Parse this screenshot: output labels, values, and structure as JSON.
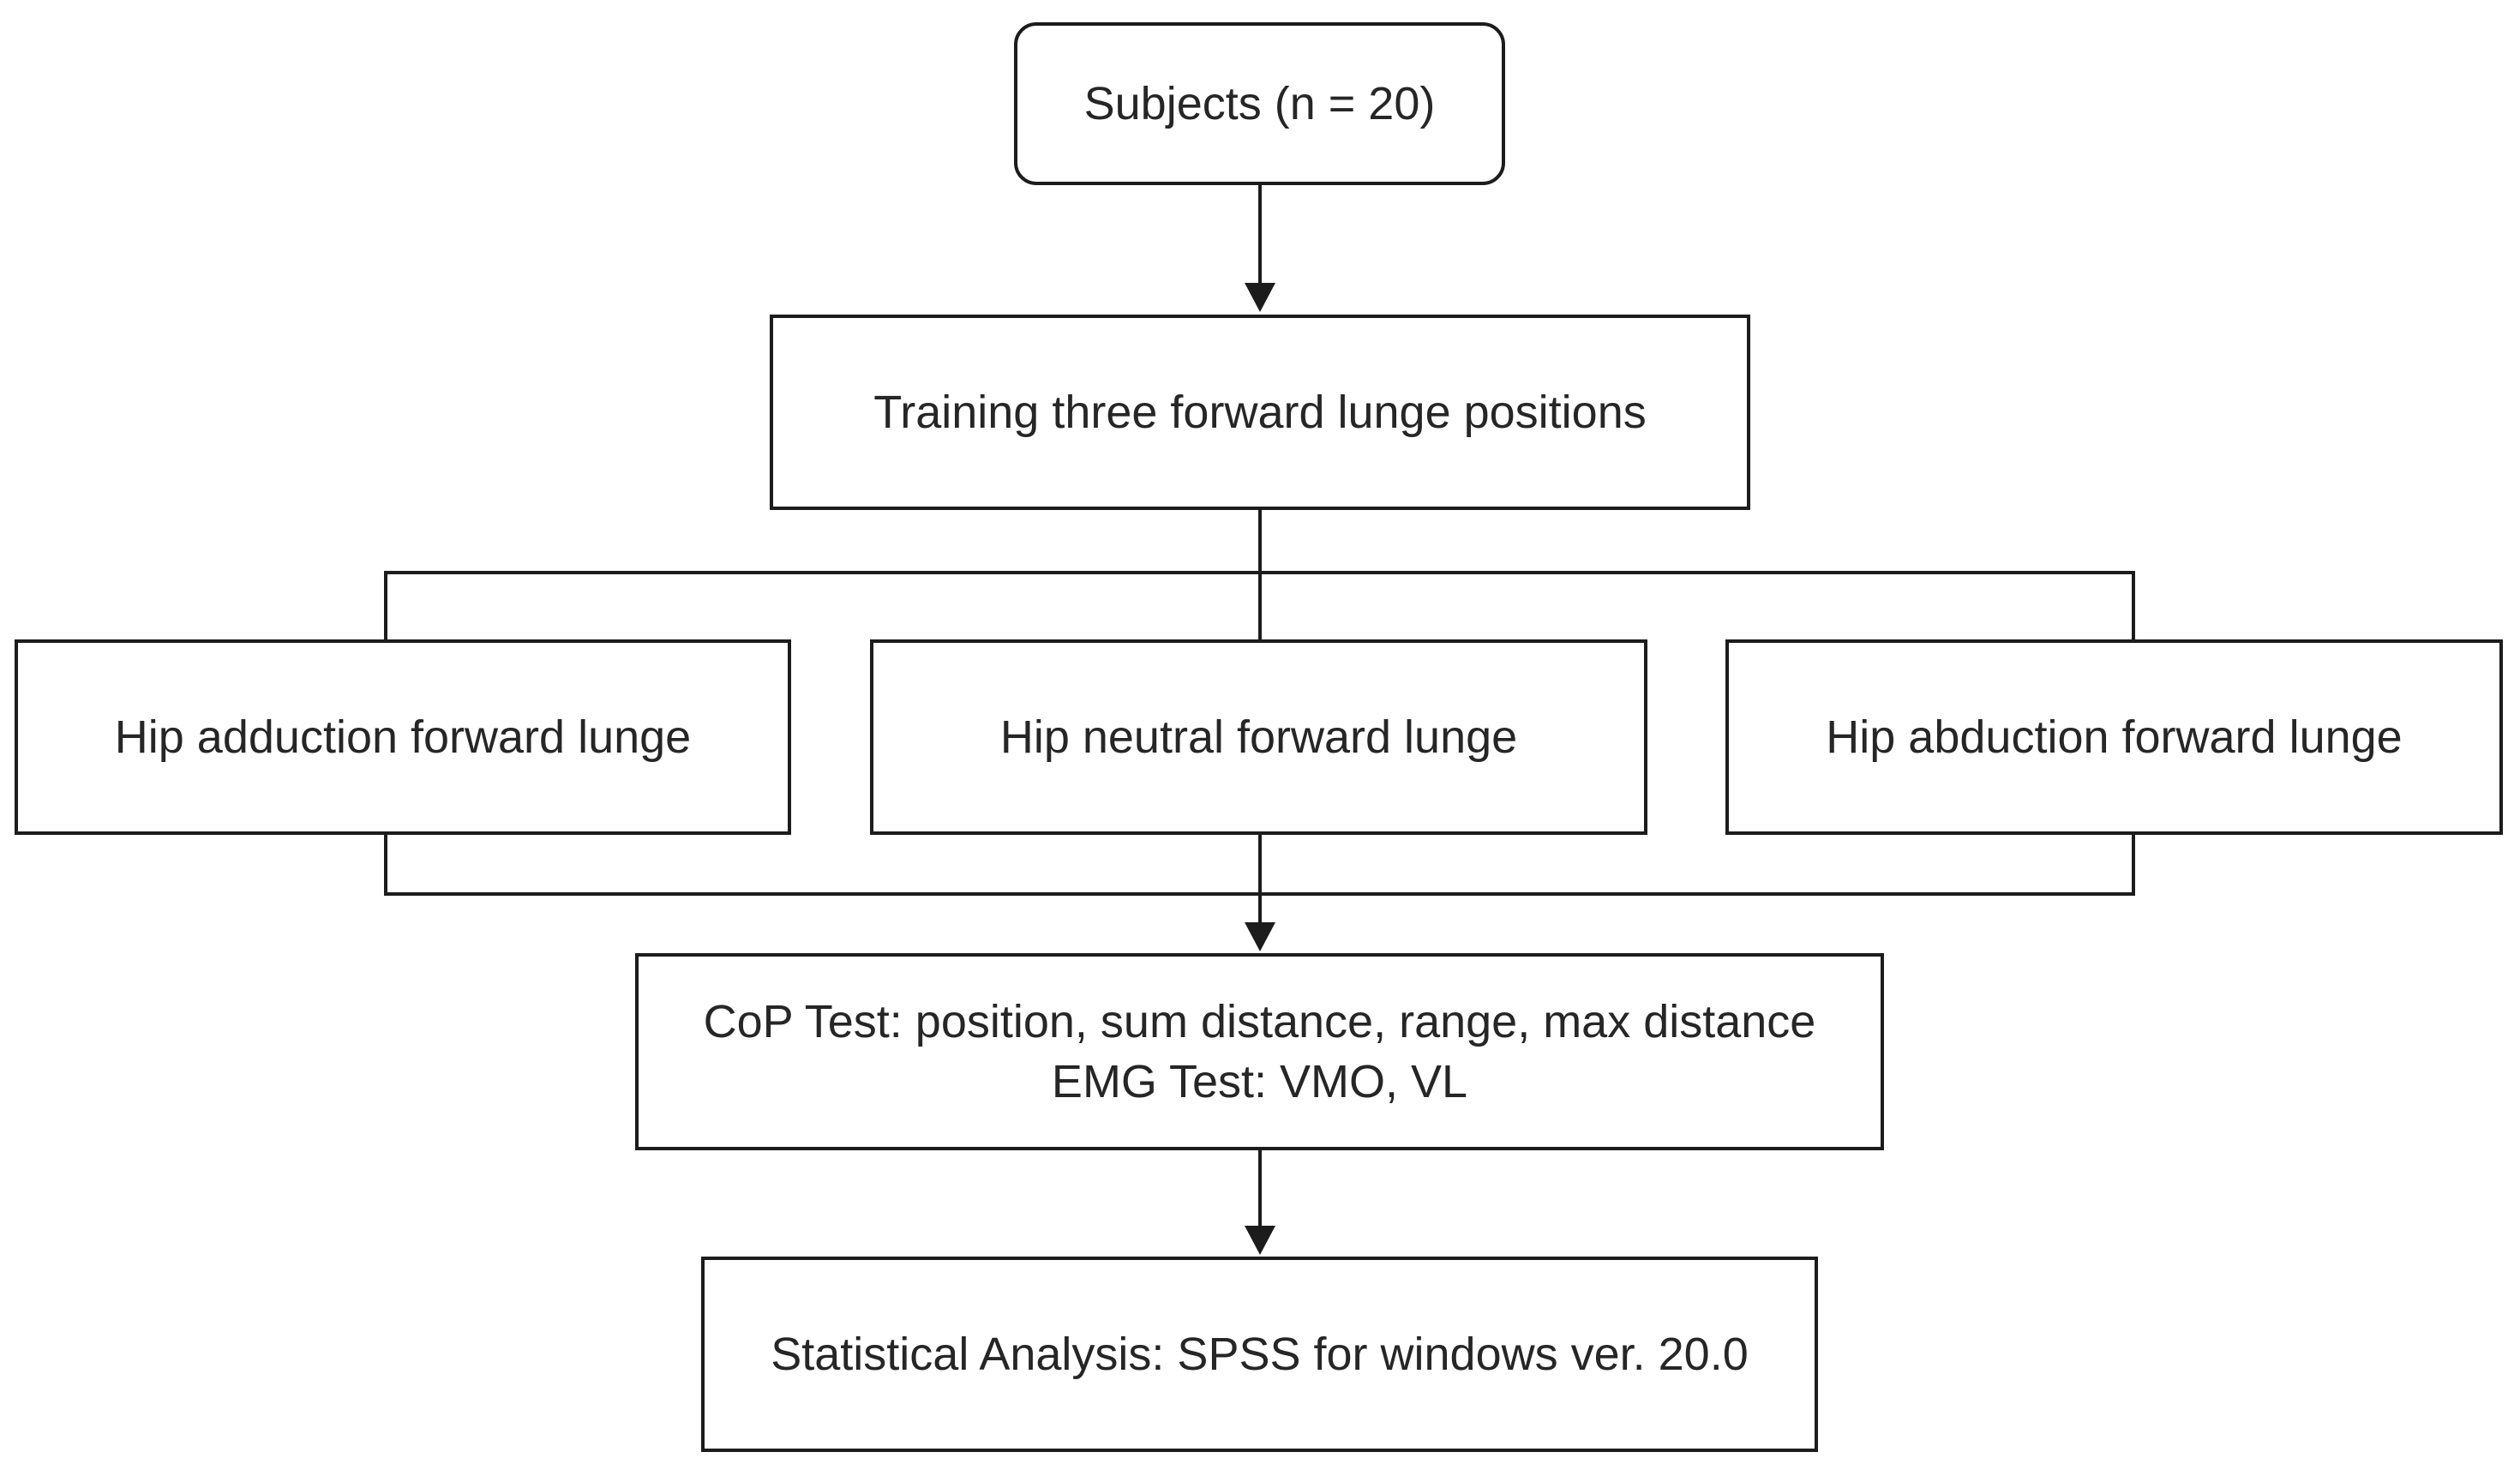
{
  "diagram": {
    "start": {
      "label": "Subjects (n = 20)"
    },
    "training": {
      "label": "Training three forward lunge positions"
    },
    "conditions": [
      {
        "label": "Hip adduction forward lunge"
      },
      {
        "label": "Hip neutral forward lunge"
      },
      {
        "label": "Hip abduction forward lunge"
      }
    ],
    "tests": {
      "line1": "CoP Test: position, sum distance, range, max distance",
      "line2": "EMG Test: VMO, VL"
    },
    "analysis": {
      "label": "Statistical Analysis: SPSS for windows ver. 20.0"
    }
  }
}
